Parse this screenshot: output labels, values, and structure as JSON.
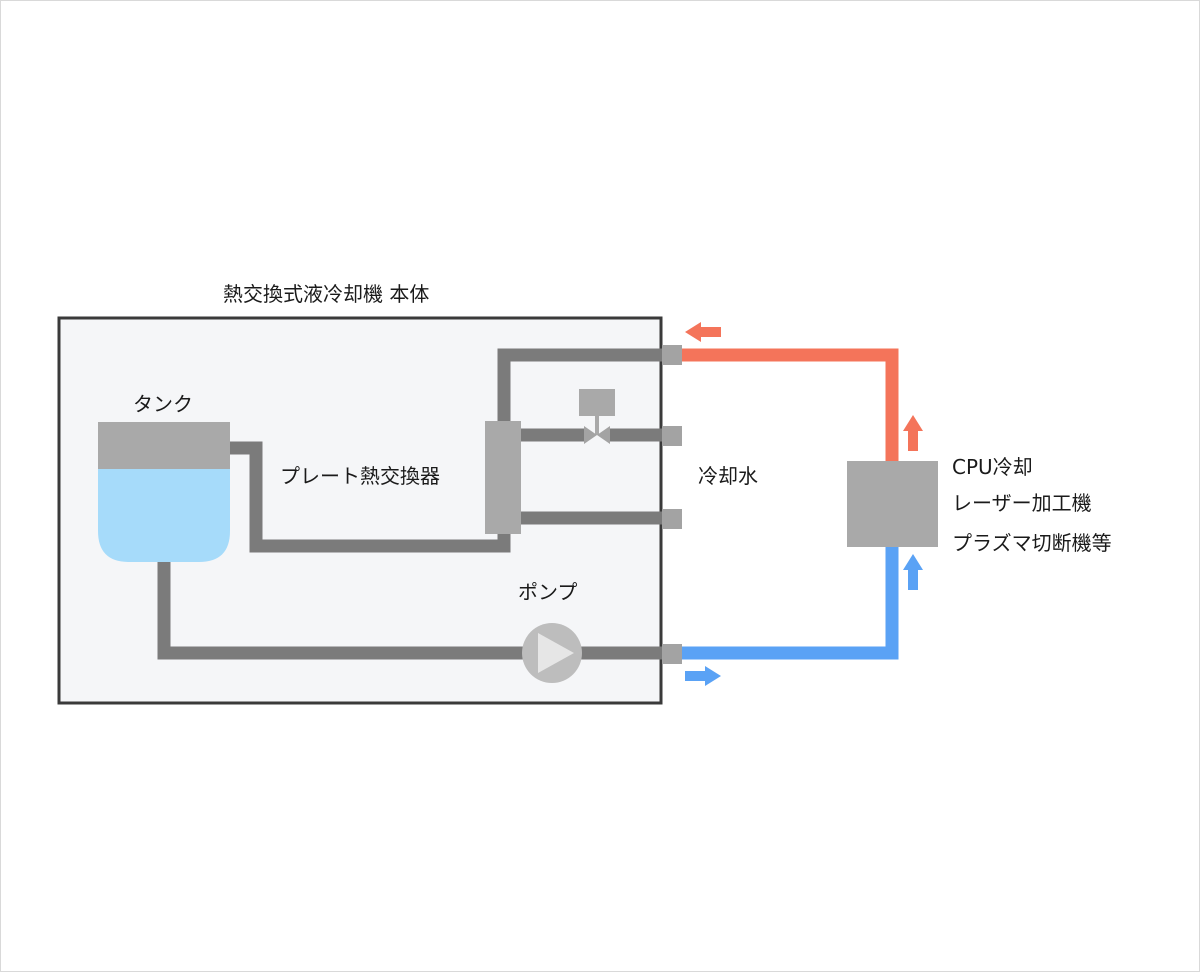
{
  "labels": {
    "main_unit": "熱交換式液冷却機 本体",
    "tank": "タンク",
    "plate_heat_exchanger": "プレート熱交換器",
    "pump": "ポンプ",
    "cooling_water": "冷却水",
    "load_line1": "CPU冷却",
    "load_line2": "レーザー加工機",
    "load_line3": "プラズマ切断機等"
  },
  "colors": {
    "background": "#ffffff",
    "unit_fill": "#f5f6f8",
    "unit_border": "#3a3a3a",
    "pipe": "#7b7b7b",
    "component": "#a9a9a9",
    "port": "#a3a3a3",
    "water": "#a6dbfa",
    "hot_flow": "#f4745a",
    "cold_flow": "#5aa2f5",
    "pump_body": "#bdbdbd",
    "pump_arrow": "#e6e6e6"
  }
}
